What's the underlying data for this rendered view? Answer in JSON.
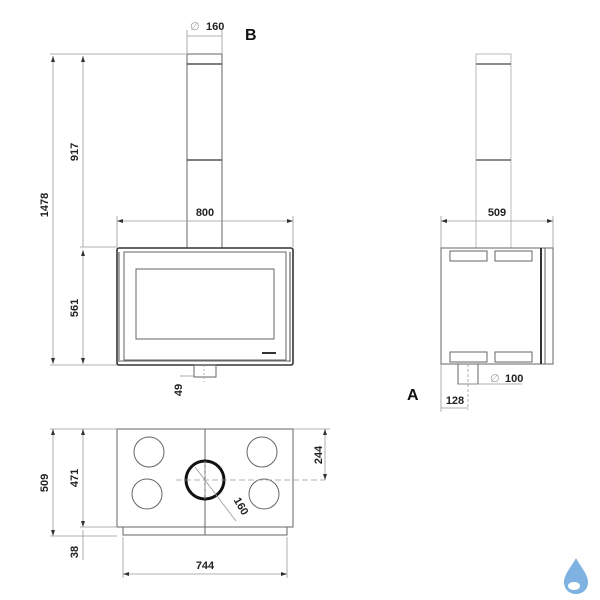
{
  "drawing": {
    "view_labels": {
      "front": "B",
      "side": "A"
    },
    "front_view": {
      "flue_diameter_symbol": "∅",
      "flue_diameter": "160",
      "total_height": "1478",
      "flue_height": "917",
      "body_height": "561",
      "body_width": "800",
      "bottom_outlet": "49"
    },
    "side_view": {
      "depth": "509",
      "air_inlet_diameter_symbol": "∅",
      "air_inlet_diameter": "100",
      "air_inlet_offset": "128"
    },
    "top_view": {
      "total_depth": "509",
      "body_depth": "471",
      "front_trim": "38",
      "flue_offset": "244",
      "flue_diameter": "160",
      "width": "744"
    }
  },
  "brand": {
    "logo_icon": "water-drop-logo-icon",
    "color": "#7fb2e0"
  }
}
